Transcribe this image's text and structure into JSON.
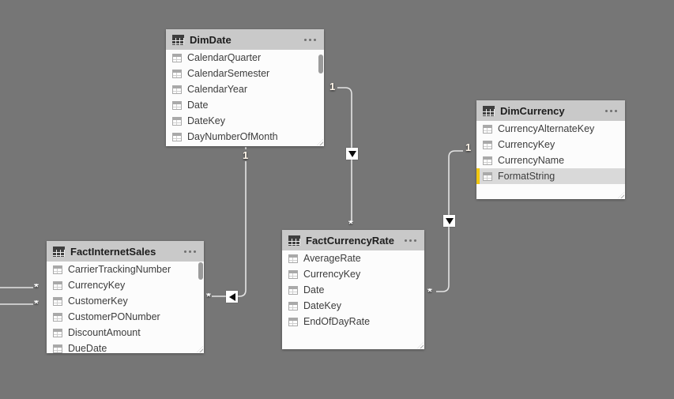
{
  "view": "model-diagram",
  "colors": {
    "canvas_bg": "#767676",
    "table_header_bg": "#C9C9C9",
    "table_body_bg": "#FCFCFC",
    "highlight_row_bg": "#D9D9D9",
    "highlight_bar": "#F2C80F",
    "relationship_line": "#E4E4E4",
    "marker_text": "#FFFFFF",
    "arrow_fill": "#0B0B0B"
  },
  "icons": {
    "table_icon": "dark table grid glyph",
    "field_icon": "light table cells glyph",
    "more_options_icon": "horizontal ellipsis (3 dots)",
    "resize_grip_icon": "diagonal grip lines",
    "filter_arrow_icon": "filled triangle in white box",
    "scrollbar_thumb": "rounded gray pill"
  },
  "tables": {
    "dimdate": {
      "title": "DimDate",
      "fields": [
        "CalendarQuarter",
        "CalendarSemester",
        "CalendarYear",
        "Date",
        "DateKey",
        "DayNumberOfMonth"
      ],
      "scrollable": true
    },
    "dimcurrency": {
      "title": "DimCurrency",
      "fields": [
        "CurrencyAlternateKey",
        "CurrencyKey",
        "CurrencyName",
        "FormatString"
      ],
      "highlighted_field": "FormatString"
    },
    "factinternetsales": {
      "title": "FactInternetSales",
      "fields": [
        "CarrierTrackingNumber",
        "CurrencyKey",
        "CustomerKey",
        "CustomerPONumber",
        "DiscountAmount",
        "DueDate"
      ],
      "scrollable": true
    },
    "factcurrencyrate": {
      "title": "FactCurrencyRate",
      "fields": [
        "AverageRate",
        "CurrencyKey",
        "Date",
        "DateKey",
        "EndOfDayRate"
      ]
    }
  },
  "relationships": {
    "dimdate_to_factinternetsales": {
      "one": "1",
      "many": "*",
      "arrow_direction": "left"
    },
    "dimdate_to_factcurrencyrate": {
      "one": "1",
      "many": "*",
      "arrow_direction": "down"
    },
    "dimcurrency_to_factcurrencyrate": {
      "one": "1",
      "many": "*",
      "arrow_direction": "down"
    },
    "offscreen_left_a": {
      "many": "*"
    },
    "offscreen_left_b": {
      "many": "*"
    }
  }
}
